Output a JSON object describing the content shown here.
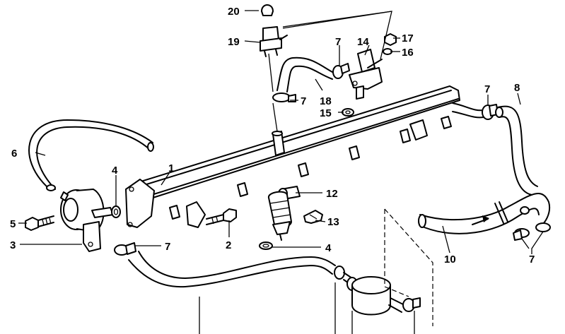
{
  "callouts": {
    "c1": "1",
    "c2": "2",
    "c3": "3",
    "c4a": "4",
    "c4b": "4",
    "c5": "5",
    "c6": "6",
    "c7a": "7",
    "c7b": "7",
    "c7c": "7",
    "c7d": "7",
    "c7e": "7",
    "c8": "8",
    "c10": "10",
    "c12": "12",
    "c13": "13",
    "c14": "14",
    "c15": "15",
    "c16": "16",
    "c17": "17",
    "c18": "18",
    "c19": "19",
    "c20": "20"
  },
  "parts": [
    "fuel-rail",
    "pressure-regulator",
    "fuel-injector",
    "fuel-damper",
    "vacuum-hose",
    "fuel-hose",
    "air-valve",
    "hose-clamp"
  ]
}
